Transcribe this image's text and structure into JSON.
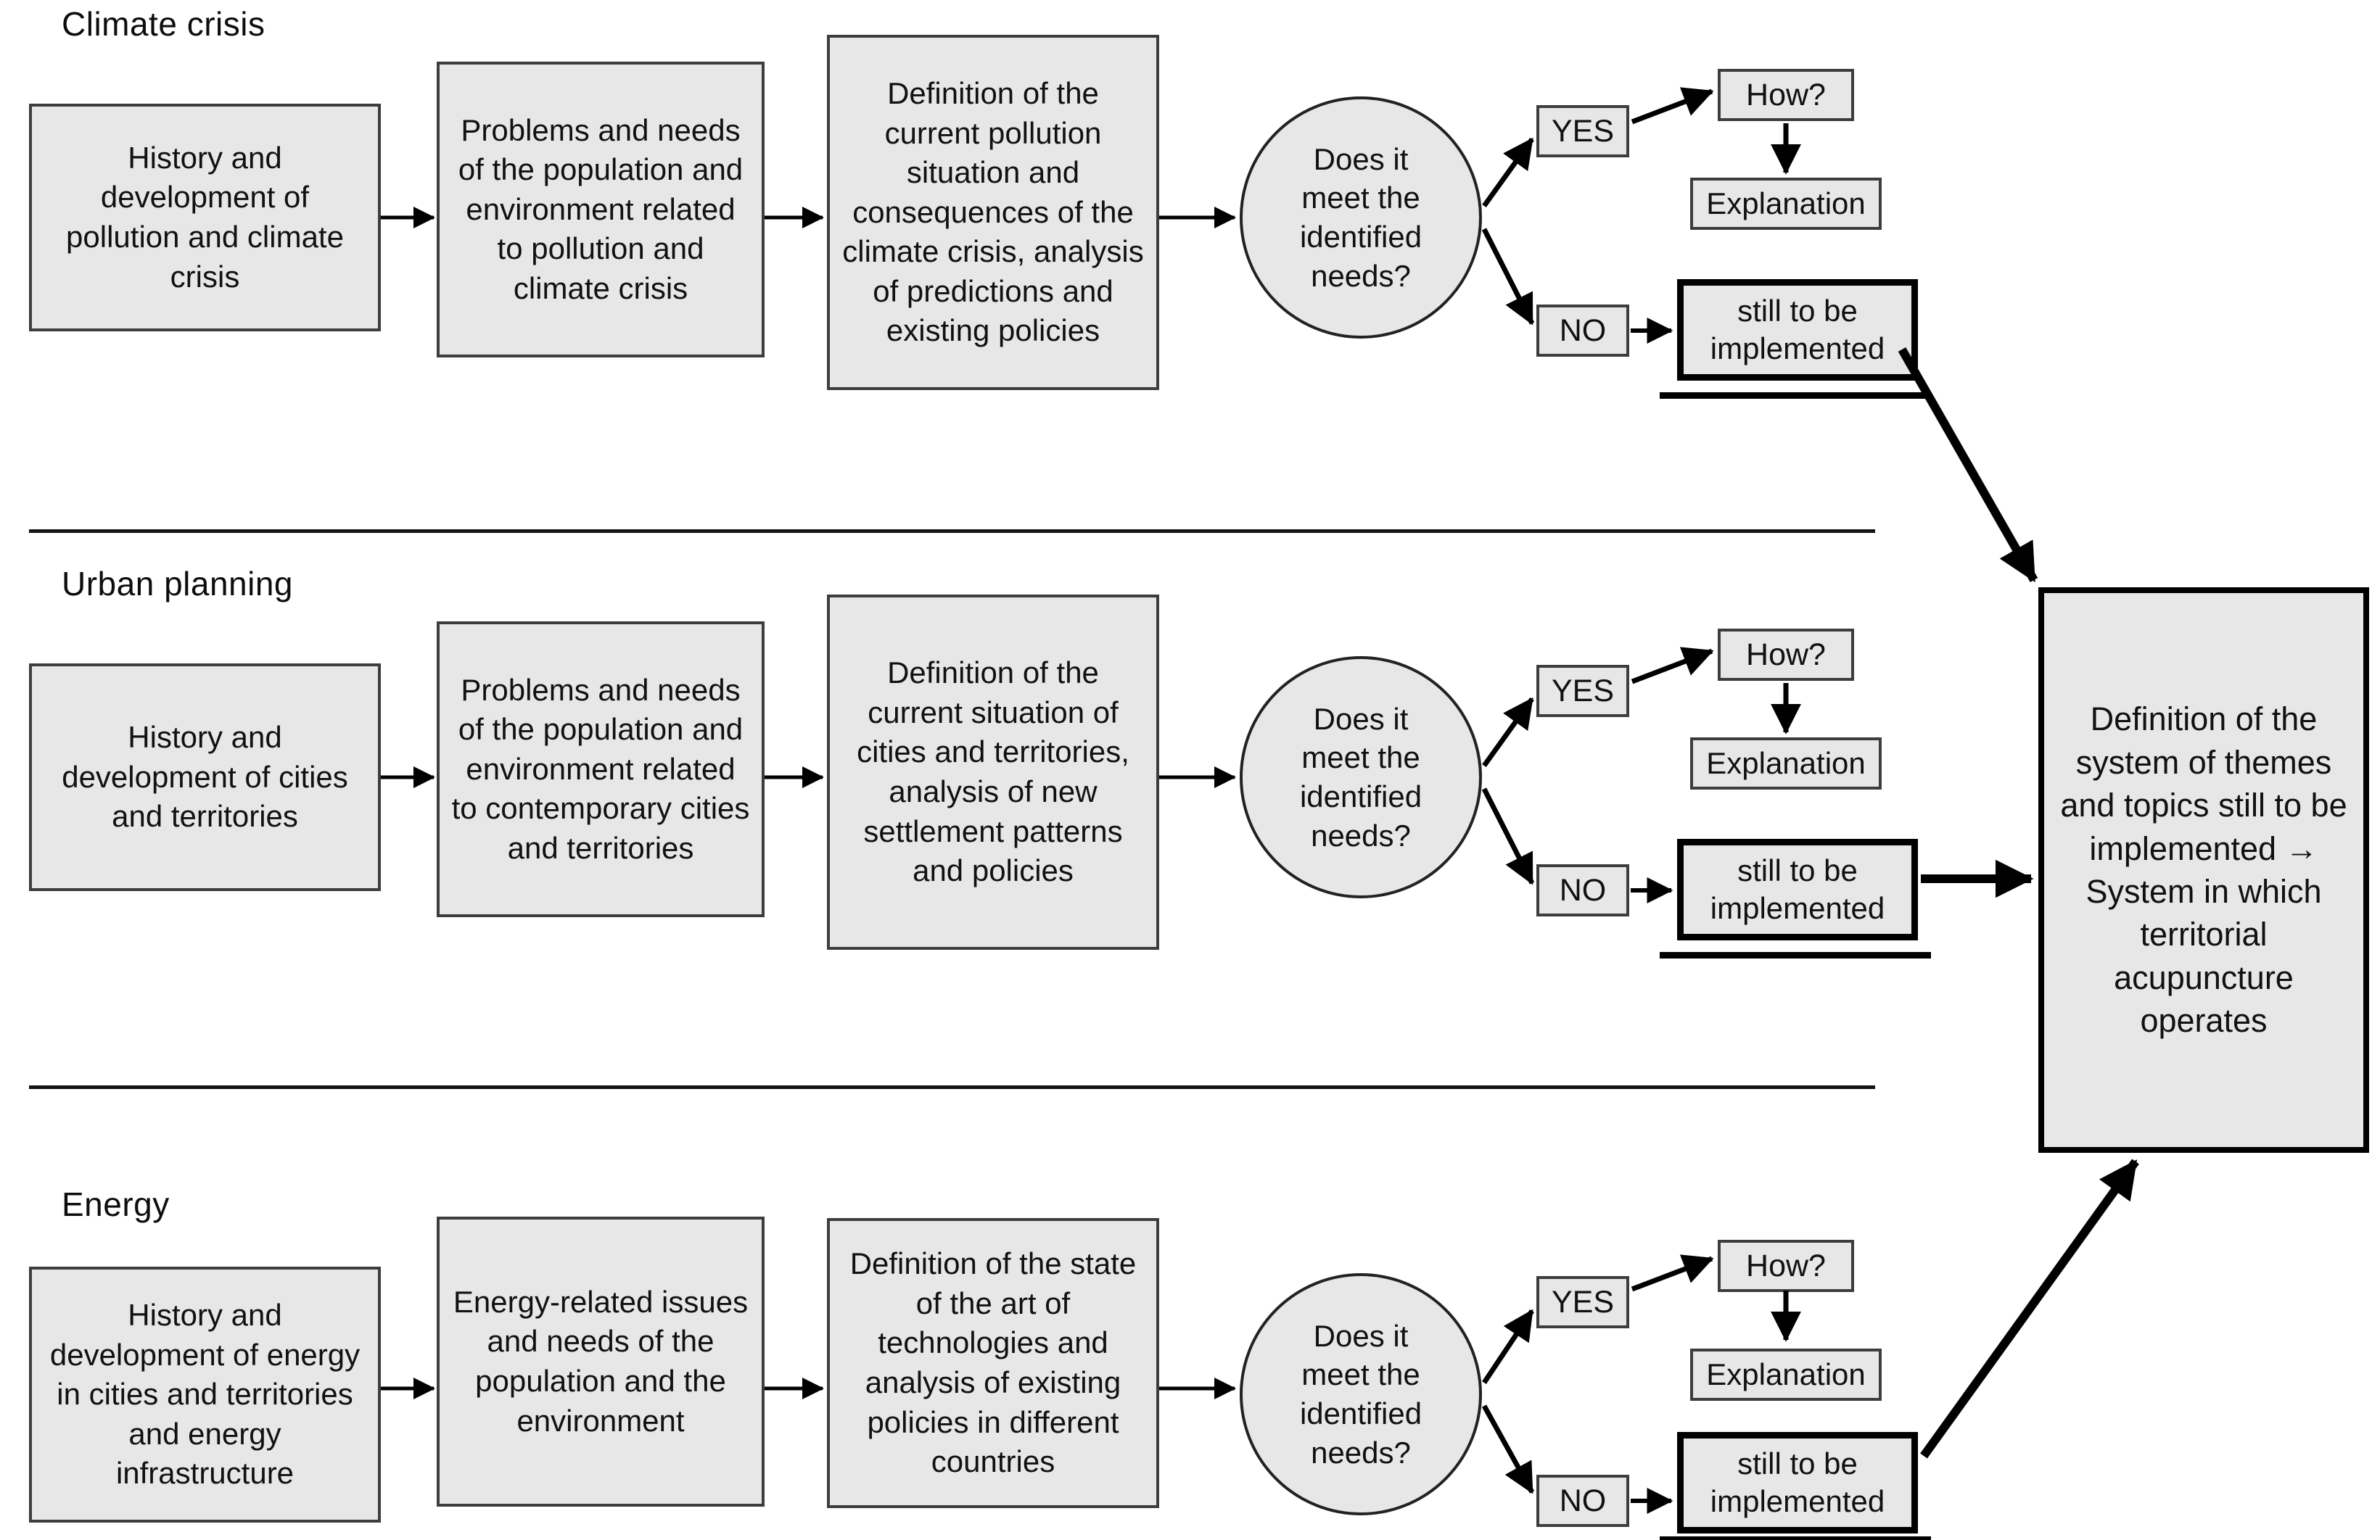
{
  "rows": [
    {
      "title": "Climate crisis",
      "box1": "History and development of pollution and climate crisis",
      "box2": "Problems and needs of the population and environment related to pollution and climate crisis",
      "box3": "Definition of the current pollution situation and consequences of the climate crisis, analysis of predictions and existing policies",
      "decision": "Does it meet the identified needs?",
      "yes": "YES",
      "no": "NO",
      "how": "How?",
      "explanation": "Explanation",
      "still": "still to be implemented"
    },
    {
      "title": "Urban planning",
      "box1": "History and development of cities and territories",
      "box2": "Problems and needs of the population and environment related to contemporary cities and territories",
      "box3": "Definition of the current situation of cities and territories, analysis of new settlement patterns and policies",
      "decision": "Does it meet the identified needs?",
      "yes": "YES",
      "no": "NO",
      "how": "How?",
      "explanation": "Explanation",
      "still": "still to be implemented"
    },
    {
      "title": "Energy",
      "box1": "History and development of energy in cities and territories and energy infrastructure",
      "box2": "Energy-related issues and needs of the population and the environment",
      "box3": "Definition of the state of the art of technologies and analysis of existing policies in different countries",
      "decision": "Does it meet the identified needs?",
      "yes": "YES",
      "no": "NO",
      "how": "How?",
      "explanation": "Explanation",
      "still": "still to be implemented"
    }
  ],
  "final_box": "Definition of the system of themes and topics still to be implemented → System in which territorial acupuncture operates",
  "colors": {
    "box_fill": "#e8e7e7",
    "box_border": "#3d3d3d",
    "emphasis_border": "#000000",
    "text": "#111111"
  }
}
